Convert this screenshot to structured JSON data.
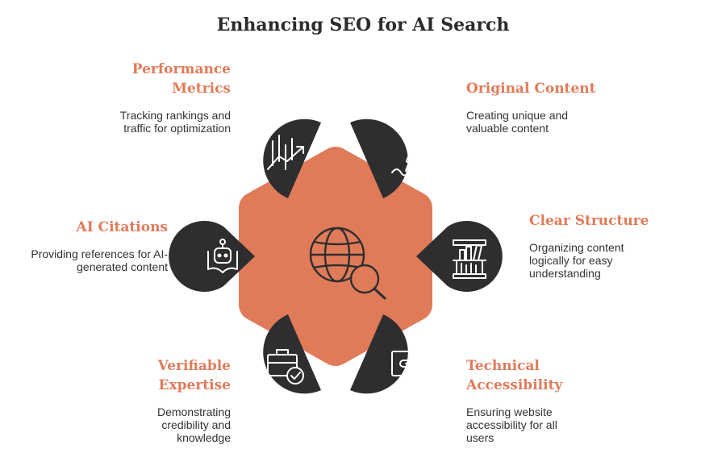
{
  "title": "Enhancing SEO for AI Search",
  "colors": {
    "accent": "#e07b59",
    "node": "#2e2e30",
    "icon": "#ffffff",
    "text": "#333333",
    "title": "#2b2b2b"
  },
  "center": {
    "icon": "globe-search-icon"
  },
  "items": [
    {
      "id": "performance",
      "label": "Performance Metrics",
      "desc": "Tracking rankings and traffic for optimization",
      "icon": "chart-trend-icon"
    },
    {
      "id": "original",
      "label": "Original Content",
      "desc": "Creating unique and valuable content",
      "icon": "pen-icon"
    },
    {
      "id": "structure",
      "label": "Clear Structure",
      "desc": "Organizing content logically for easy understanding",
      "icon": "bookshelf-icon"
    },
    {
      "id": "technical",
      "label": "Technical Accessibility",
      "desc": "Ensuring website accessibility for all users",
      "icon": "monitor-link-icon"
    },
    {
      "id": "expertise",
      "label": "Verifiable Expertise",
      "desc": "Demonstrating credibility and knowledge",
      "icon": "briefcase-badge-icon"
    },
    {
      "id": "citations",
      "label": "AI Citations",
      "desc": "Providing references for AI-generated content",
      "icon": "robot-book-icon"
    }
  ]
}
